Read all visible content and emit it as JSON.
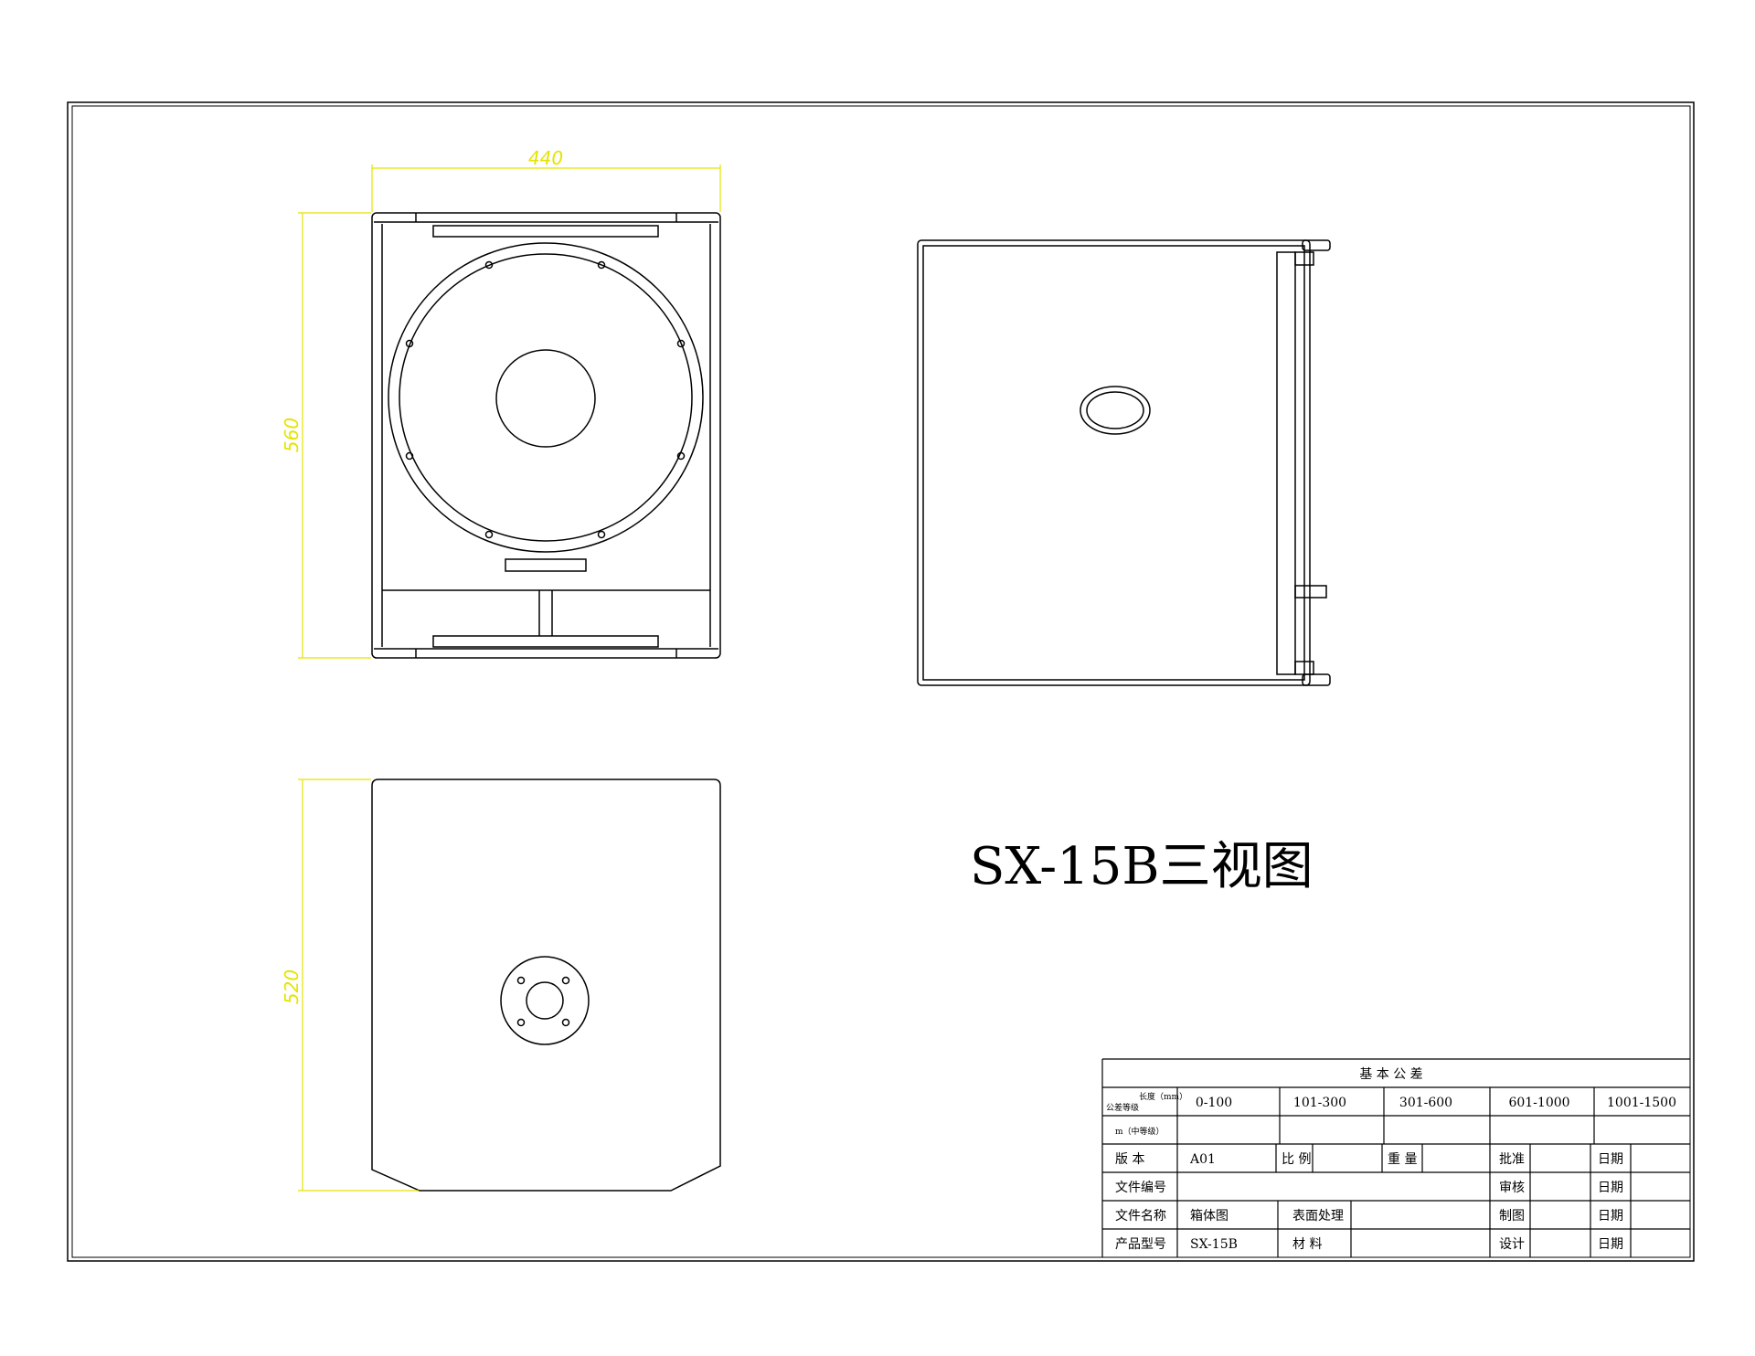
{
  "drawing": {
    "title": "SX-15B三视图",
    "dimensions": {
      "front_width": "440",
      "front_height": "560",
      "bottom_height": "520"
    }
  },
  "titleblock": {
    "header": "基 本 公 差",
    "len_label": "长度（mm）",
    "grade_label": "公差等级",
    "ranges": [
      "0-100",
      "101-300",
      "301-600",
      "601-1000",
      "1001-1500"
    ],
    "grade_row": "m（中等级）",
    "version_label": "版 本",
    "version_value": "A01",
    "scale_label": "比 例",
    "weight_label": "重 量",
    "approve_label": "批准",
    "date_label": "日期",
    "fileno_label": "文件编号",
    "review_label": "审核",
    "filename_label": "文件名称",
    "filename_value": "箱体图",
    "surface_label": "表面处理",
    "draw_label": "制图",
    "model_label": "产品型号",
    "model_value": "SX-15B",
    "material_label": "材 料",
    "design_label": "设计"
  },
  "colors": {
    "lines": "#000000",
    "dimension": "#e4e400",
    "background": "#ffffff"
  }
}
